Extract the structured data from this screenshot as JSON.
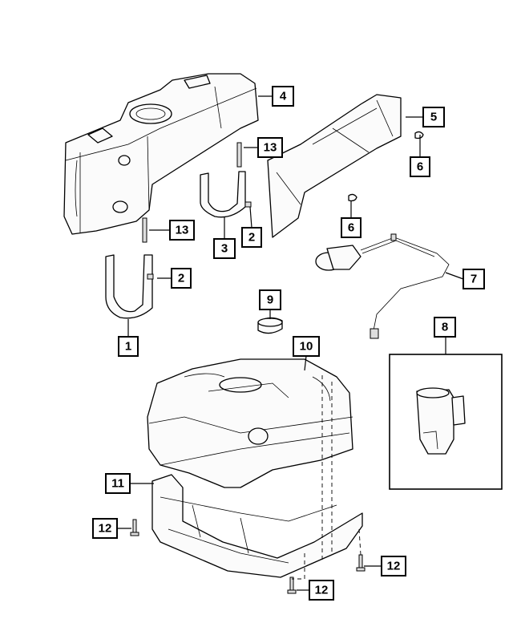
{
  "callouts": [
    {
      "id": "c1",
      "label": "1"
    },
    {
      "id": "c2a",
      "label": "2"
    },
    {
      "id": "c2b",
      "label": "2"
    },
    {
      "id": "c3",
      "label": "3"
    },
    {
      "id": "c4",
      "label": "4"
    },
    {
      "id": "c5",
      "label": "5"
    },
    {
      "id": "c6a",
      "label": "6"
    },
    {
      "id": "c6b",
      "label": "6"
    },
    {
      "id": "c7",
      "label": "7"
    },
    {
      "id": "c8",
      "label": "8"
    },
    {
      "id": "c9",
      "label": "9"
    },
    {
      "id": "c10",
      "label": "10"
    },
    {
      "id": "c11",
      "label": "11"
    },
    {
      "id": "c12a",
      "label": "12"
    },
    {
      "id": "c12b",
      "label": "12"
    },
    {
      "id": "c12c",
      "label": "12"
    },
    {
      "id": "c13a",
      "label": "13"
    },
    {
      "id": "c13b",
      "label": "13"
    }
  ]
}
